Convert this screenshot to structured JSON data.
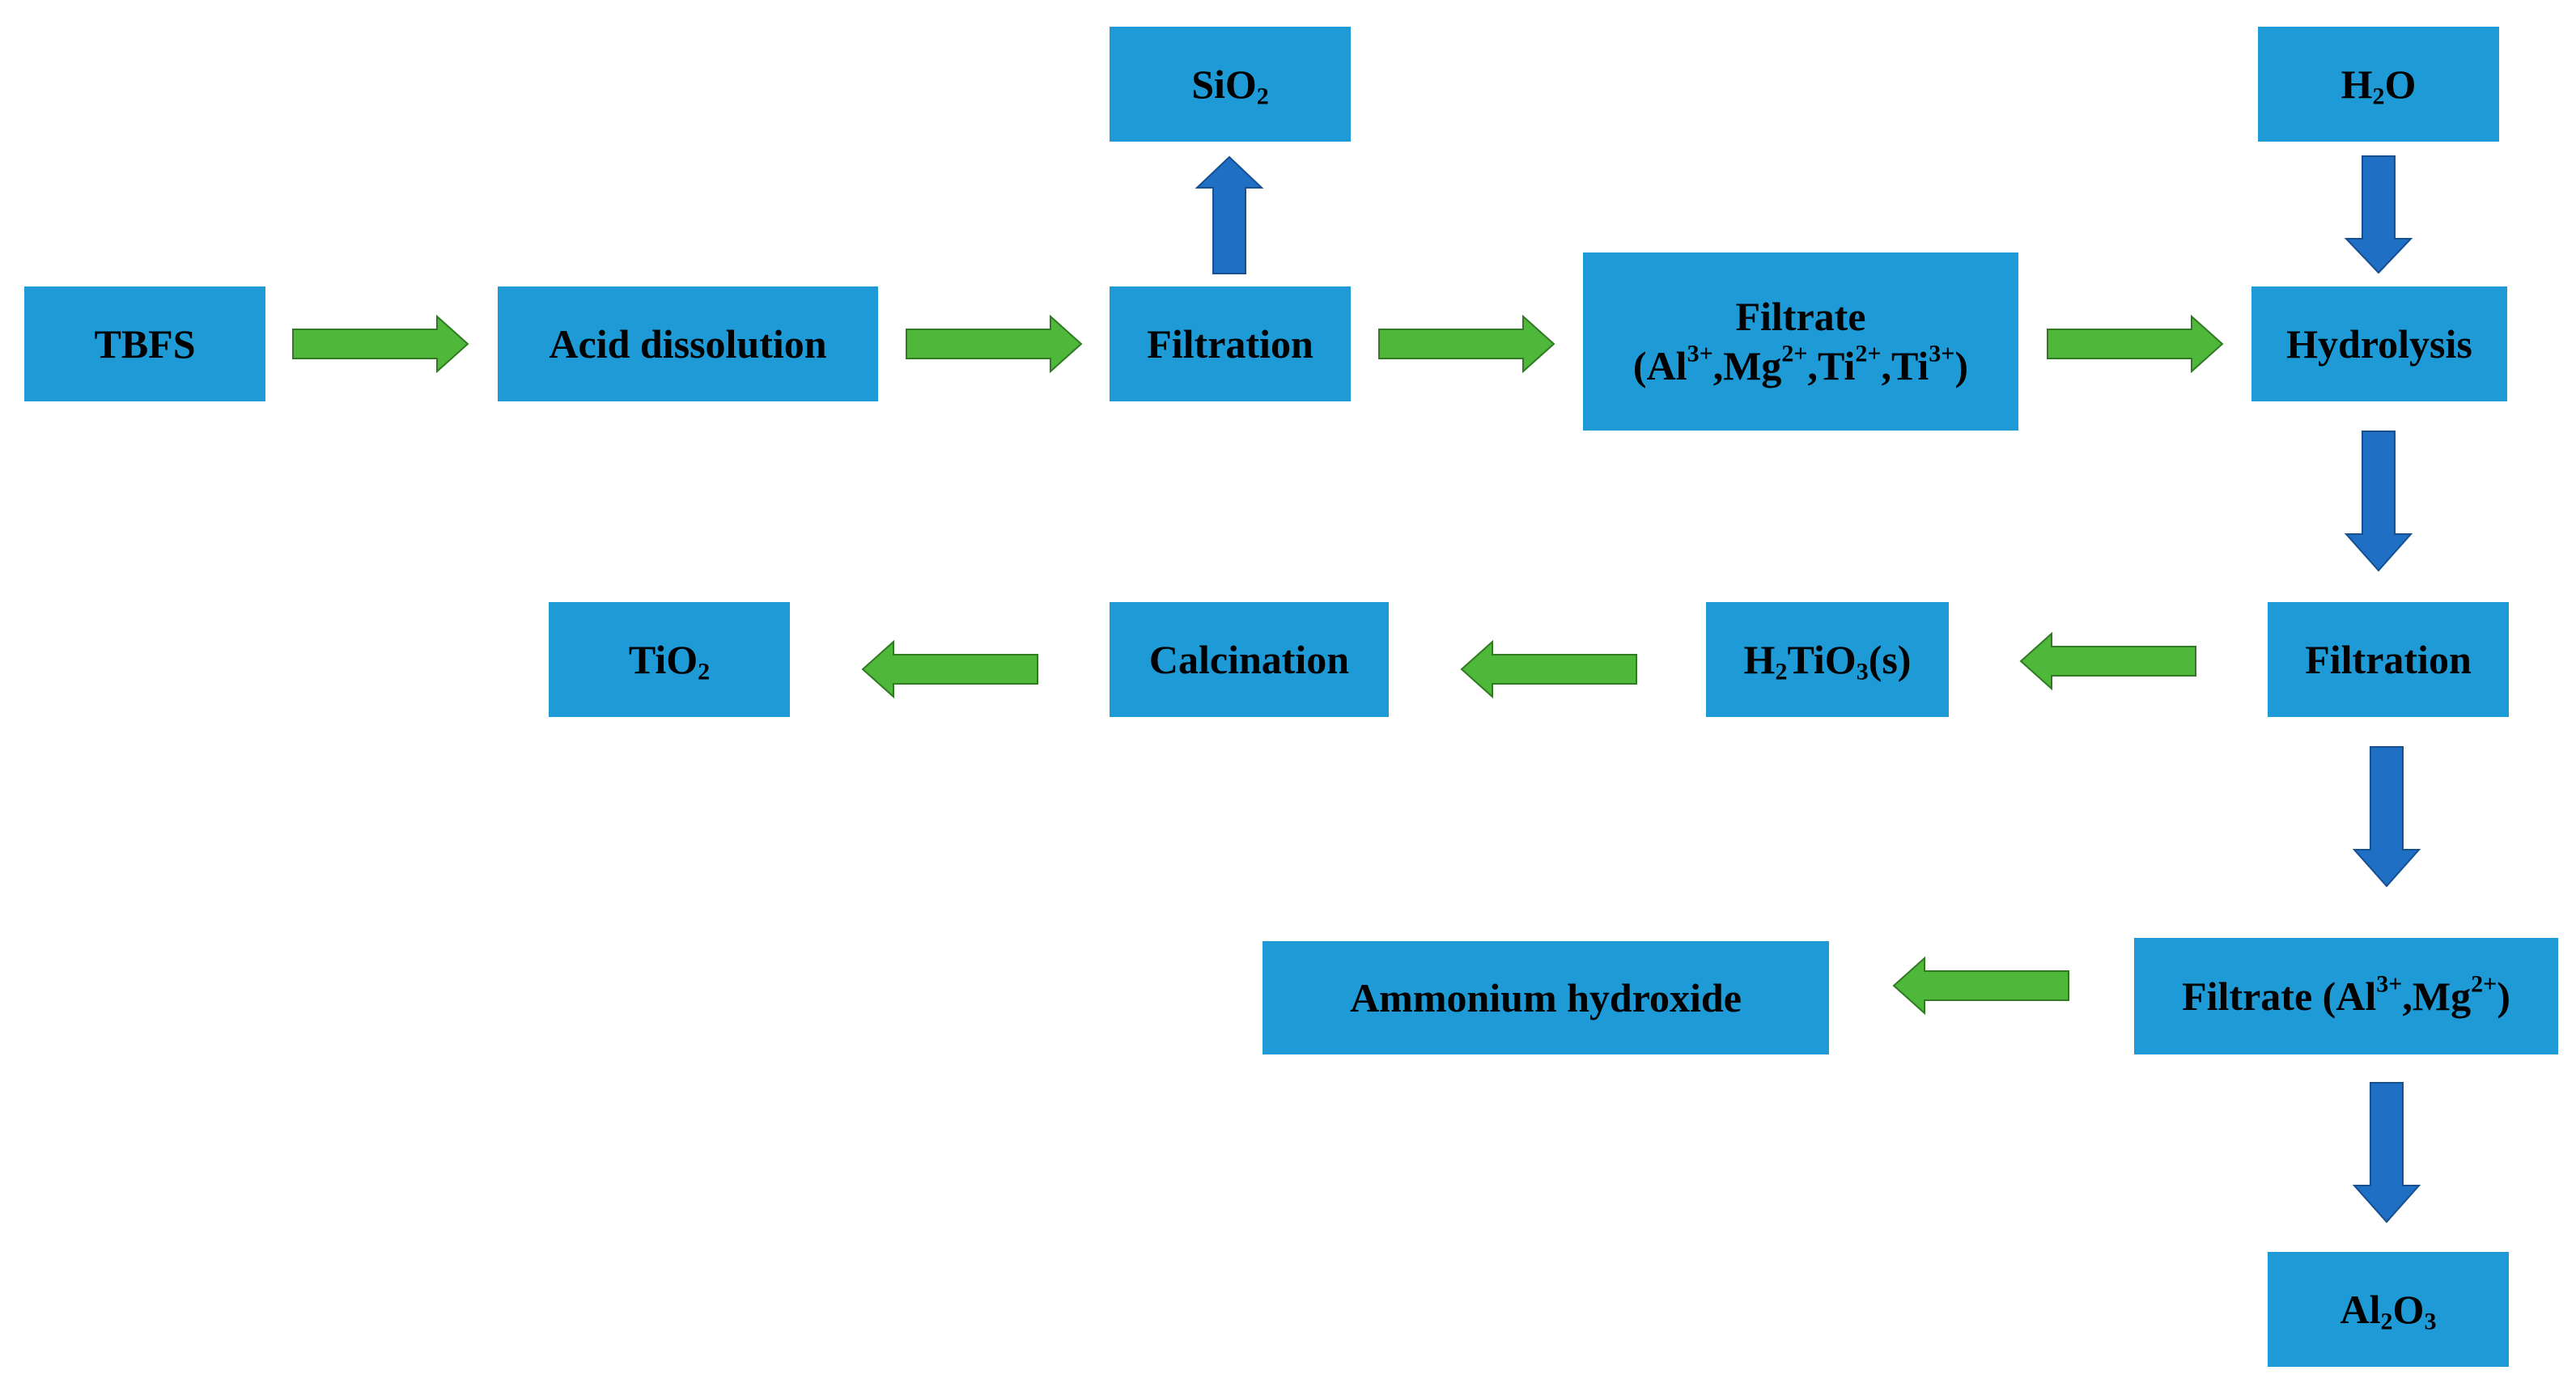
{
  "colors": {
    "box_fill": "#1e9bd7",
    "box_text": "#000000",
    "flow_arrow_fill": "#4fb83a",
    "flow_arrow_stroke": "#2f7a22",
    "side_arrow_fill": "#1f6fc4",
    "side_arrow_stroke": "#174f8f"
  },
  "nodes": {
    "tbfs": "TBFS",
    "acid_dissolution": "Acid dissolution",
    "filtration_1": "Filtration",
    "sio2": "SiO<sub>2</sub>",
    "filtrate_1_line1": "Filtrate",
    "filtrate_1_line2": "(Al<sup>3+</sup>,Mg<sup>2+</sup>,Ti<sup>2+</sup>,Ti<sup>3+</sup>)",
    "h2o": "H<sub>2</sub>O",
    "hydrolysis": "Hydrolysis",
    "filtration_2": "Filtration",
    "h2tio3": "H<sub>2</sub>TiO<sub>3</sub>(s)",
    "calcination": "Calcination",
    "tio2": "TiO<sub>2</sub>",
    "filtrate_2": "Filtrate (Al<sup>3+</sup>,Mg<sup>2+</sup>)",
    "ammonium_hydroxide": "Ammonium hydroxide",
    "al2o3": "Al<sub>2</sub>O<sub>3</sub>"
  },
  "arrows": [
    {
      "from": "tbfs",
      "to": "acid_dissolution",
      "kind": "flow"
    },
    {
      "from": "acid_dissolution",
      "to": "filtration_1",
      "kind": "flow"
    },
    {
      "from": "filtration_1",
      "to": "sio2",
      "kind": "side"
    },
    {
      "from": "filtration_1",
      "to": "filtrate_1",
      "kind": "flow"
    },
    {
      "from": "filtrate_1",
      "to": "hydrolysis",
      "kind": "flow"
    },
    {
      "from": "h2o",
      "to": "hydrolysis",
      "kind": "side"
    },
    {
      "from": "hydrolysis",
      "to": "filtration_2",
      "kind": "side"
    },
    {
      "from": "filtration_2",
      "to": "h2tio3",
      "kind": "flow"
    },
    {
      "from": "h2tio3",
      "to": "calcination",
      "kind": "flow"
    },
    {
      "from": "calcination",
      "to": "tio2",
      "kind": "flow"
    },
    {
      "from": "filtration_2",
      "to": "filtrate_2",
      "kind": "side"
    },
    {
      "from": "filtrate_2",
      "to": "ammonium_hydroxide",
      "kind": "flow"
    },
    {
      "from": "filtrate_2",
      "to": "al2o3",
      "kind": "side"
    }
  ]
}
